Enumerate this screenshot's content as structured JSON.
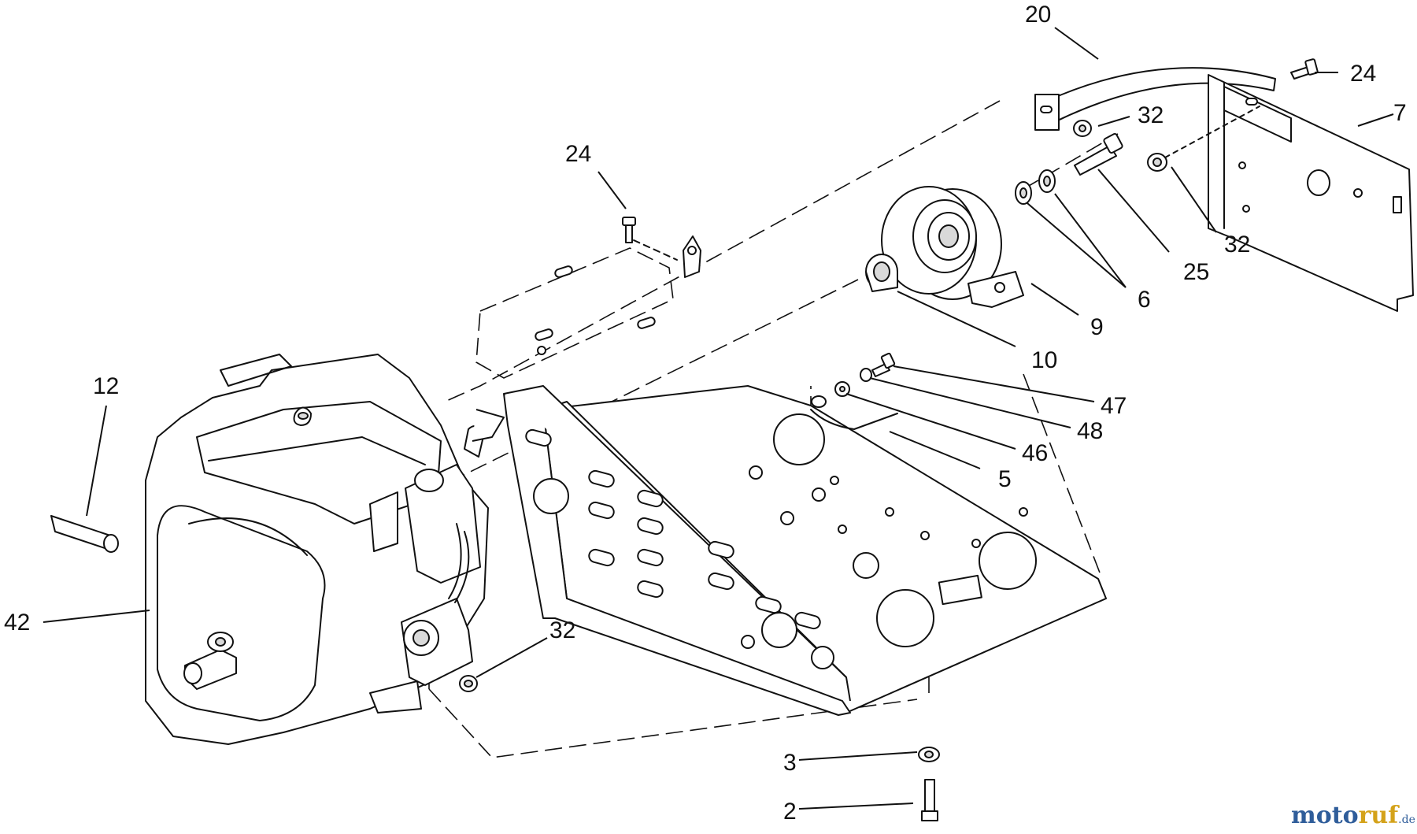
{
  "callouts": {
    "c20": "20",
    "c24_top": "24",
    "c7": "7",
    "c32_a": "32",
    "c32_b": "32",
    "c24_mid": "24",
    "c25": "25",
    "c6": "6",
    "c9": "9",
    "c10": "10",
    "c12": "12",
    "c47": "47",
    "c48": "48",
    "c46": "46",
    "c5": "5",
    "c42": "42",
    "c32_c": "32",
    "c3": "3",
    "c2": "2"
  },
  "watermark": {
    "part1": "moto",
    "part2": "ruf",
    "suffix": ".de"
  }
}
